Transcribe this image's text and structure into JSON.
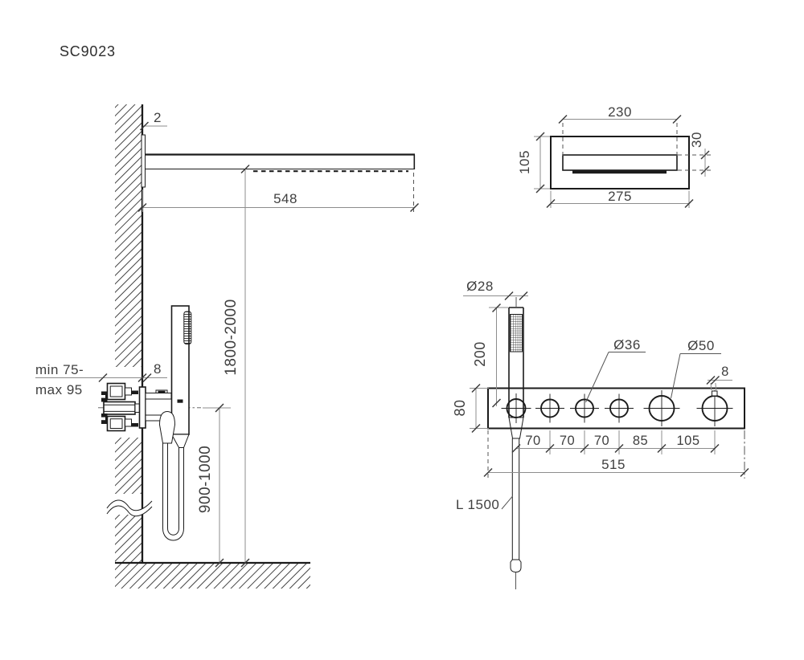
{
  "title": "SC9023",
  "colors": {
    "line": "#1b1b1b",
    "dimension": "#8d8d8d",
    "text": "#3f3f3f",
    "background": "#ffffff"
  },
  "side_view": {
    "plate_thickness": "2",
    "spout_length": "548",
    "height_range": "1800-2000",
    "embed_line1": "min 75-",
    "embed_line2": "max 95",
    "plate_depth": "8",
    "valve_height_range": "900-1000"
  },
  "spout_front_view": {
    "slot_width": "230",
    "slot_height": "30",
    "body_height": "105",
    "body_width": "275"
  },
  "panel_front_view": {
    "handle_diameter": "Ø28",
    "handle_length": "200",
    "panel_height": "80",
    "knob_diameter_small": "Ø36",
    "knob_diameter_large": "Ø50",
    "lever_width": "8",
    "spacings": [
      "70",
      "70",
      "70",
      "85",
      "105"
    ],
    "panel_width": "515",
    "hose_length": "L 1500"
  }
}
